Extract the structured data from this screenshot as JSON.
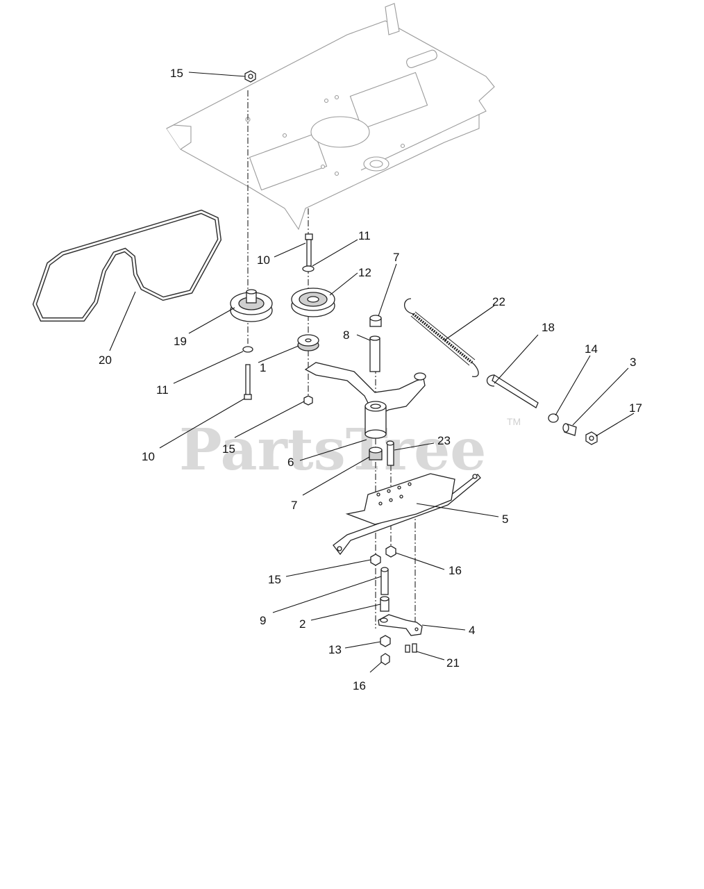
{
  "watermark": {
    "text": "PartsTree",
    "tm": "TM"
  },
  "callouts": [
    {
      "id": "c15a",
      "label": "15"
    },
    {
      "id": "c10a",
      "label": "10"
    },
    {
      "id": "c11a",
      "label": "11"
    },
    {
      "id": "c12",
      "label": "12"
    },
    {
      "id": "c7a",
      "label": "7"
    },
    {
      "id": "c22",
      "label": "22"
    },
    {
      "id": "c18",
      "label": "18"
    },
    {
      "id": "c14",
      "label": "14"
    },
    {
      "id": "c3",
      "label": "3"
    },
    {
      "id": "c17",
      "label": "17"
    },
    {
      "id": "c19",
      "label": "19"
    },
    {
      "id": "c20",
      "label": "20"
    },
    {
      "id": "c8",
      "label": "8"
    },
    {
      "id": "c1",
      "label": "1"
    },
    {
      "id": "c11b",
      "label": "11"
    },
    {
      "id": "c10b",
      "label": "10"
    },
    {
      "id": "c15b",
      "label": "15"
    },
    {
      "id": "c23",
      "label": "23"
    },
    {
      "id": "c6",
      "label": "6"
    },
    {
      "id": "c7b",
      "label": "7"
    },
    {
      "id": "c5",
      "label": "5"
    },
    {
      "id": "c15c",
      "label": "15"
    },
    {
      "id": "c16a",
      "label": "16"
    },
    {
      "id": "c9",
      "label": "9"
    },
    {
      "id": "c2",
      "label": "2"
    },
    {
      "id": "c4",
      "label": "4"
    },
    {
      "id": "c13",
      "label": "13"
    },
    {
      "id": "c21",
      "label": "21"
    },
    {
      "id": "c16b",
      "label": "16"
    }
  ]
}
